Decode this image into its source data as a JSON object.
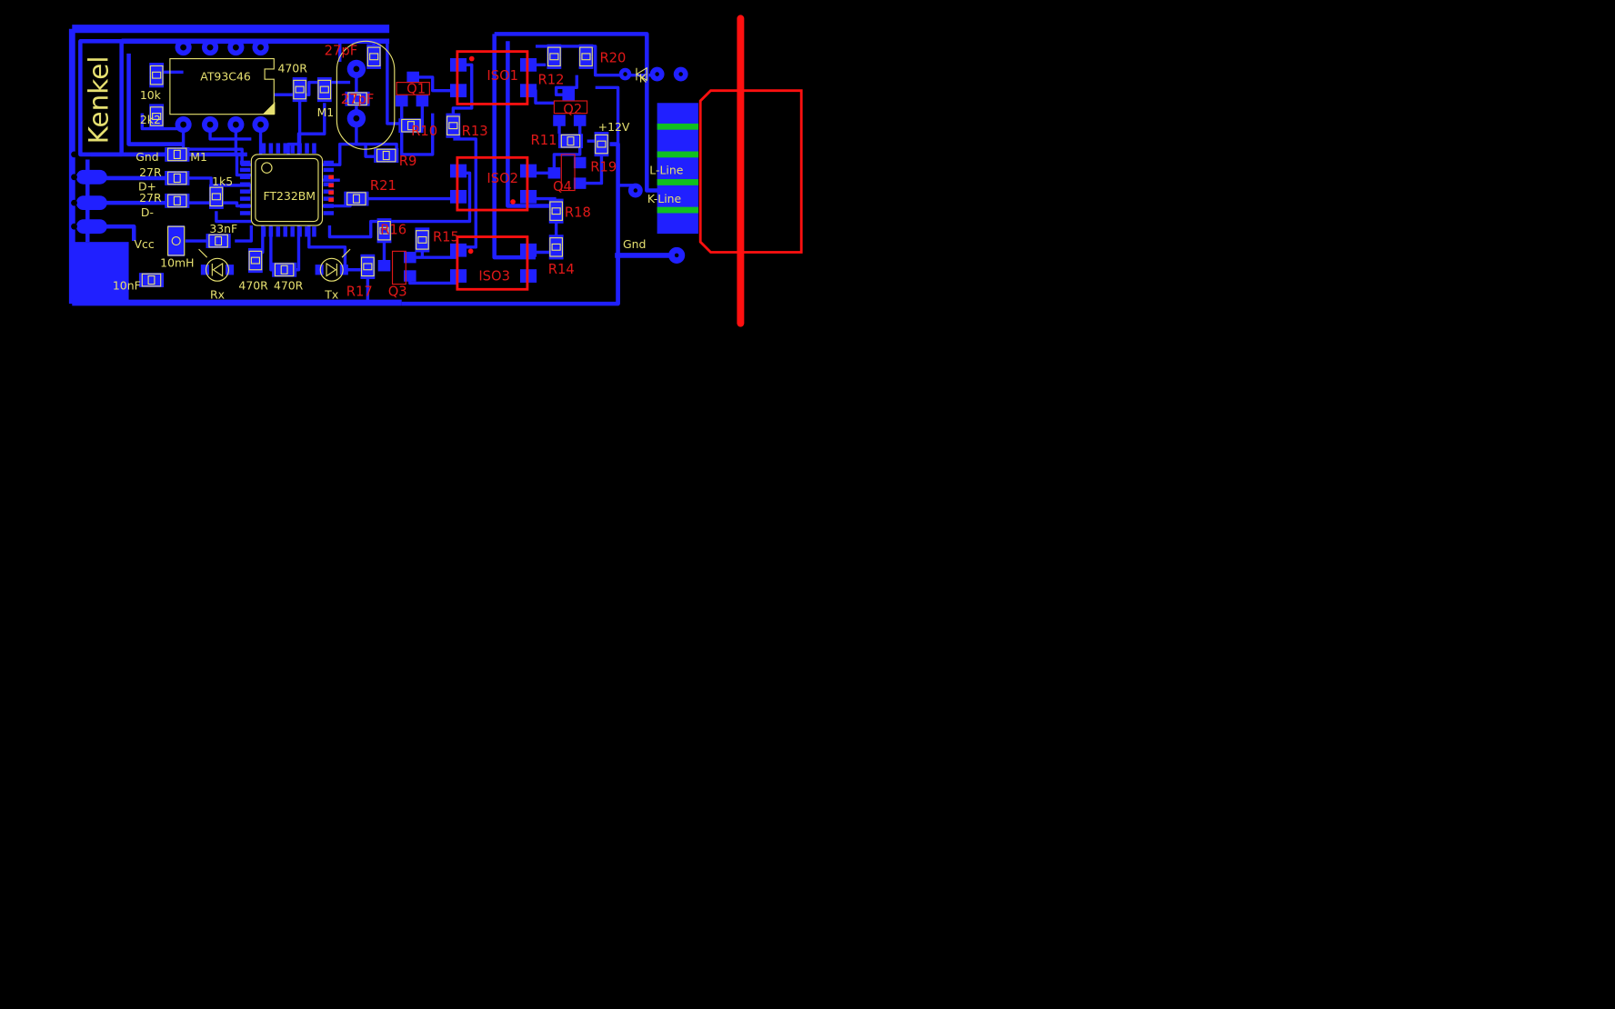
{
  "title": "PCB layout",
  "colors": {
    "copper": "#2020ff",
    "silkscreen": "#e6e070",
    "refdes": "#e01818",
    "outline": "#ff1010",
    "stripe": "#10c020",
    "background": "#000000"
  },
  "silk_labels": [
    "Kenkel",
    "AT93C46",
    "470R",
    "M1",
    "10k",
    "2k2",
    "Gnd",
    "M1",
    "27R",
    "D+",
    "27R",
    "D-",
    "1k5",
    "FT232BM",
    "33nF",
    "Vcc",
    "10mH",
    "10nF",
    "Rx",
    "470R",
    "470R",
    "Tx",
    "+12V",
    "L-Line",
    "K-Line",
    "Gnd",
    "K"
  ],
  "refdes_labels": [
    "27pF",
    "27pF",
    "Q1",
    "R10",
    "R13",
    "R9",
    "R21",
    "ISO1",
    "ISO2",
    "ISO3",
    "R12",
    "R20",
    "Q2",
    "R11",
    "R19",
    "Q4",
    "R18",
    "R14",
    "R16",
    "R15",
    "R17",
    "Q3"
  ]
}
